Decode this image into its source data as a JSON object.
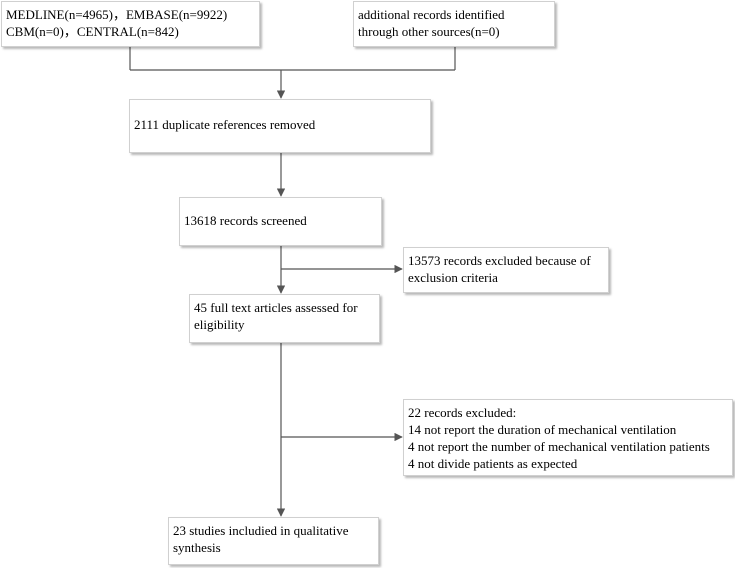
{
  "boxes": {
    "databases": [
      "MEDLINE(n=4965)，EMBASE(n=9922)",
      "CBM(n=0)，CENTRAL(n=842)"
    ],
    "other_sources": [
      "additional records identified",
      "through other sources(n=0)"
    ],
    "duplicates": [
      "2111 duplicate references removed"
    ],
    "screened": [
      "13618 records screened"
    ],
    "excluded_criteria": [
      "13573 records excluded because of",
      "exclusion criteria"
    ],
    "full_text": [
      "45 full text articles assessed for",
      "eligibility"
    ],
    "excluded_records": [
      "22 records excluded:",
      "14 not report the duration of mechanical ventilation",
      "4 not report the number of mechanical ventilation patients",
      "4 not divide patients as expected"
    ],
    "included": [
      "23 studies includied in qualitative",
      "synthesis"
    ]
  },
  "colors": {
    "line": "#555555",
    "border": "#d0d0d0"
  }
}
